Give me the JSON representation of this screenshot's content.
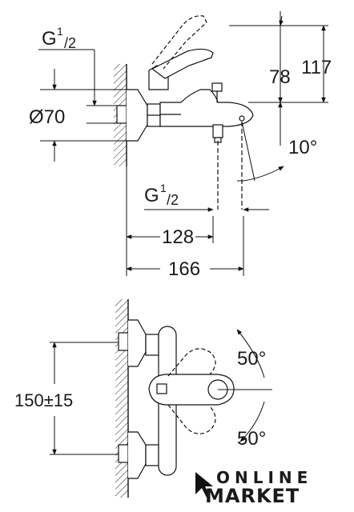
{
  "labels": {
    "thread_top": "G",
    "thread_top_sup": "1",
    "thread_top_sub": "/2",
    "diameter": "Ø70",
    "height_78": "78",
    "height_117": "117",
    "angle_spout": "10°",
    "thread_bottom": "G",
    "thread_bottom_sup": "1",
    "thread_bottom_sub": "/2",
    "depth_128": "128",
    "depth_166": "166",
    "spacing": "150±15",
    "angle_up": "50°",
    "angle_down": "50°"
  },
  "logo": {
    "line1": "ONLINE",
    "line2": "MARKET"
  }
}
